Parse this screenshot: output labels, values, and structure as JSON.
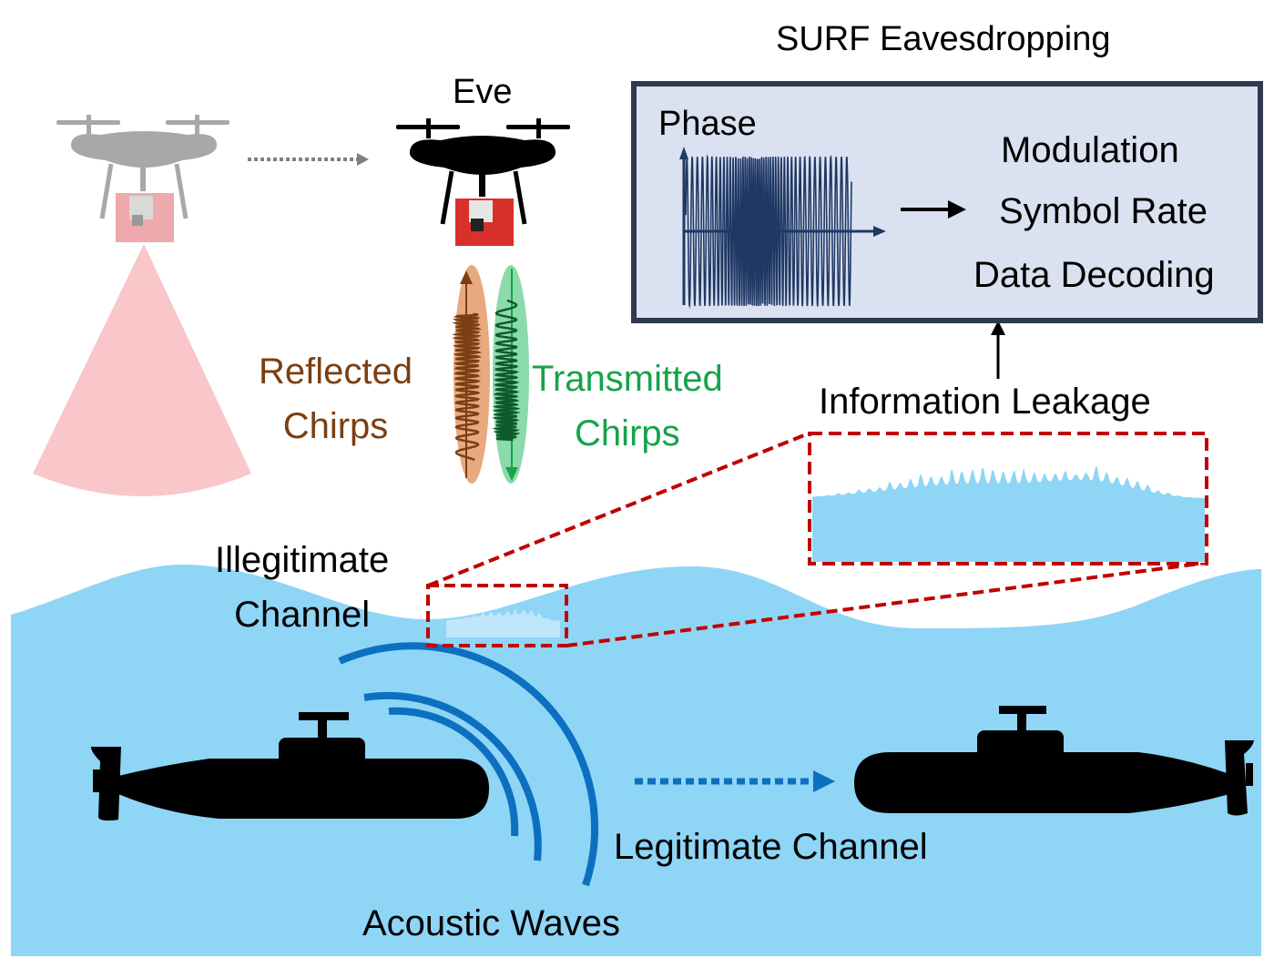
{
  "title": "SURF Eavesdropping",
  "eve_label": "Eve",
  "surf_box": {
    "phase_label": "Phase",
    "outputs": [
      "Modulation",
      "Symbol Rate",
      "Data Decoding"
    ]
  },
  "chirps": {
    "reflected": [
      "Reflected",
      "Chirps"
    ],
    "transmitted": [
      "Transmitted",
      "Chirps"
    ]
  },
  "information_leakage_label": "Information Leakage",
  "illegitimate_channel": [
    "Illegitimate",
    "Channel"
  ],
  "legitimate_channel_label": "Legitimate Channel",
  "acoustic_waves_label": "Acoustic Waves",
  "colors": {
    "water": "#8fd5f6",
    "reflected": "#7b3f12",
    "reflected_fill": "#e8a97e",
    "transmitted": "#16a34a",
    "transmitted_fill": "#7ed6a0",
    "leak_box": "#c00000",
    "wave": "#0d6fbf",
    "surf_box_bg": "#dae2f1",
    "surf_box_border": "#2e3a4e",
    "radar_cone": "#f9c6c9"
  }
}
